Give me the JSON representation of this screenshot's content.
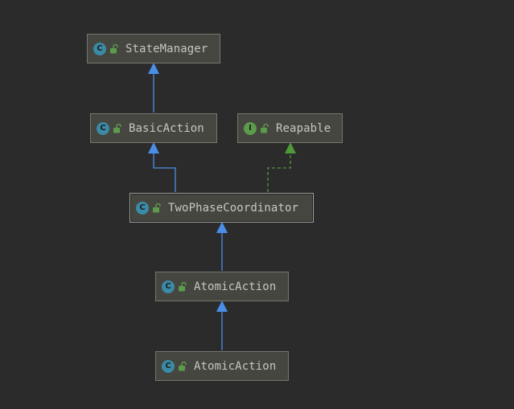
{
  "colors": {
    "background": "#2b2b2b",
    "node_fill": "#45463f",
    "node_border": "#75766d",
    "extends_edge": "#4a8ee8",
    "implements_edge": "#4e9a3a",
    "class_badge": "#3b8aa6",
    "interface_badge": "#5c9b4c",
    "label_text": "#c7c7c0"
  },
  "nodes": [
    {
      "id": "state-manager",
      "label": "StateManager",
      "kind": "class",
      "kind_letter": "C",
      "icon": "unlocked-lock-icon"
    },
    {
      "id": "basic-action",
      "label": "BasicAction",
      "kind": "class",
      "kind_letter": "C",
      "icon": "unlocked-lock-icon"
    },
    {
      "id": "reapable",
      "label": "Reapable",
      "kind": "interface",
      "kind_letter": "I",
      "icon": "unlocked-lock-icon"
    },
    {
      "id": "two-phase-coordinator",
      "label": "TwoPhaseCoordinator",
      "kind": "class",
      "kind_letter": "C",
      "icon": "unlocked-lock-icon",
      "selected": true
    },
    {
      "id": "atomic-action-1",
      "label": "AtomicAction",
      "kind": "class",
      "kind_letter": "C",
      "icon": "unlocked-lock-icon"
    },
    {
      "id": "atomic-action-2",
      "label": "AtomicAction",
      "kind": "class",
      "kind_letter": "C",
      "icon": "unlocked-lock-icon"
    }
  ],
  "edges": [
    {
      "from": "basic-action",
      "to": "state-manager",
      "type": "extends"
    },
    {
      "from": "two-phase-coordinator",
      "to": "basic-action",
      "type": "extends"
    },
    {
      "from": "two-phase-coordinator",
      "to": "reapable",
      "type": "implements"
    },
    {
      "from": "atomic-action-1",
      "to": "two-phase-coordinator",
      "type": "extends"
    },
    {
      "from": "atomic-action-2",
      "to": "atomic-action-1",
      "type": "extends"
    }
  ]
}
